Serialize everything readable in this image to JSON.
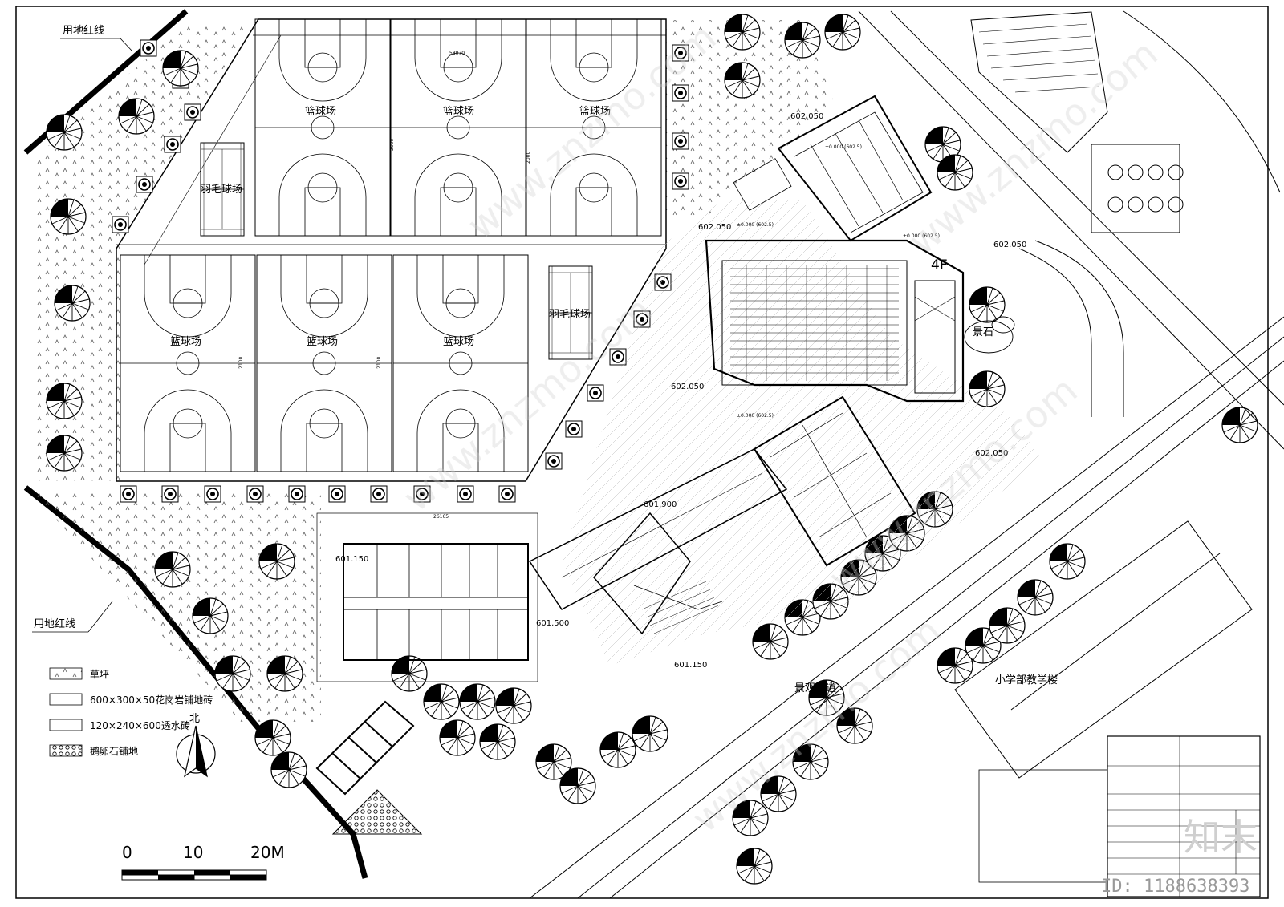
{
  "labels": {
    "redline_top": "用地红线",
    "redline_bottom": "用地红线",
    "basketball": "篮球场",
    "badminton": "羽毛球场",
    "floor": "4F",
    "rock": "景石",
    "avenue": "景观大道",
    "school_building": "小学部教学楼",
    "north": "北"
  },
  "elevations": {
    "e1": "601.150",
    "e2": "601.500",
    "e3": "601.900",
    "e4": "602.050",
    "e5": "601.150",
    "e6": "602.050",
    "e7": "602.050",
    "e8": "602.050",
    "e9": "602.050",
    "zero1": "±0.000 (602.5)",
    "zero2": "±0.000 (602.5)",
    "zero3": "±0.000 (602.5)",
    "zero4": "±0.000 (602.5)"
  },
  "dims": {
    "d1": "2000",
    "d2": "2100",
    "d3": "26165",
    "d4": "58070"
  },
  "legend": {
    "items": [
      {
        "label": "草坪"
      },
      {
        "label": "600×300×50花岗岩铺地砖"
      },
      {
        "label": "120×240×600透水砖"
      },
      {
        "label": "鹅卵石铺地"
      }
    ]
  },
  "scale": {
    "s0": "0",
    "s1": "10",
    "s2": "20M"
  },
  "title_block": {
    "big": "知末",
    "id": "ID: 1188638393"
  },
  "watermark": "www.znzmo.com"
}
